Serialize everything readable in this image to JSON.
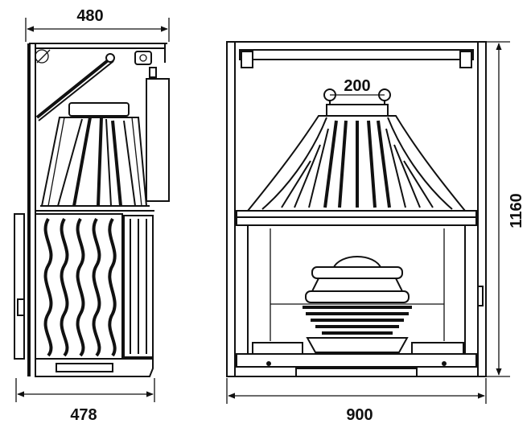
{
  "dimensions": {
    "side_top_width": "480",
    "side_bottom_width": "478",
    "front_width": "900",
    "front_height": "1160",
    "flue_diameter": "200"
  },
  "colors": {
    "line": "#111111",
    "background": "#ffffff"
  }
}
